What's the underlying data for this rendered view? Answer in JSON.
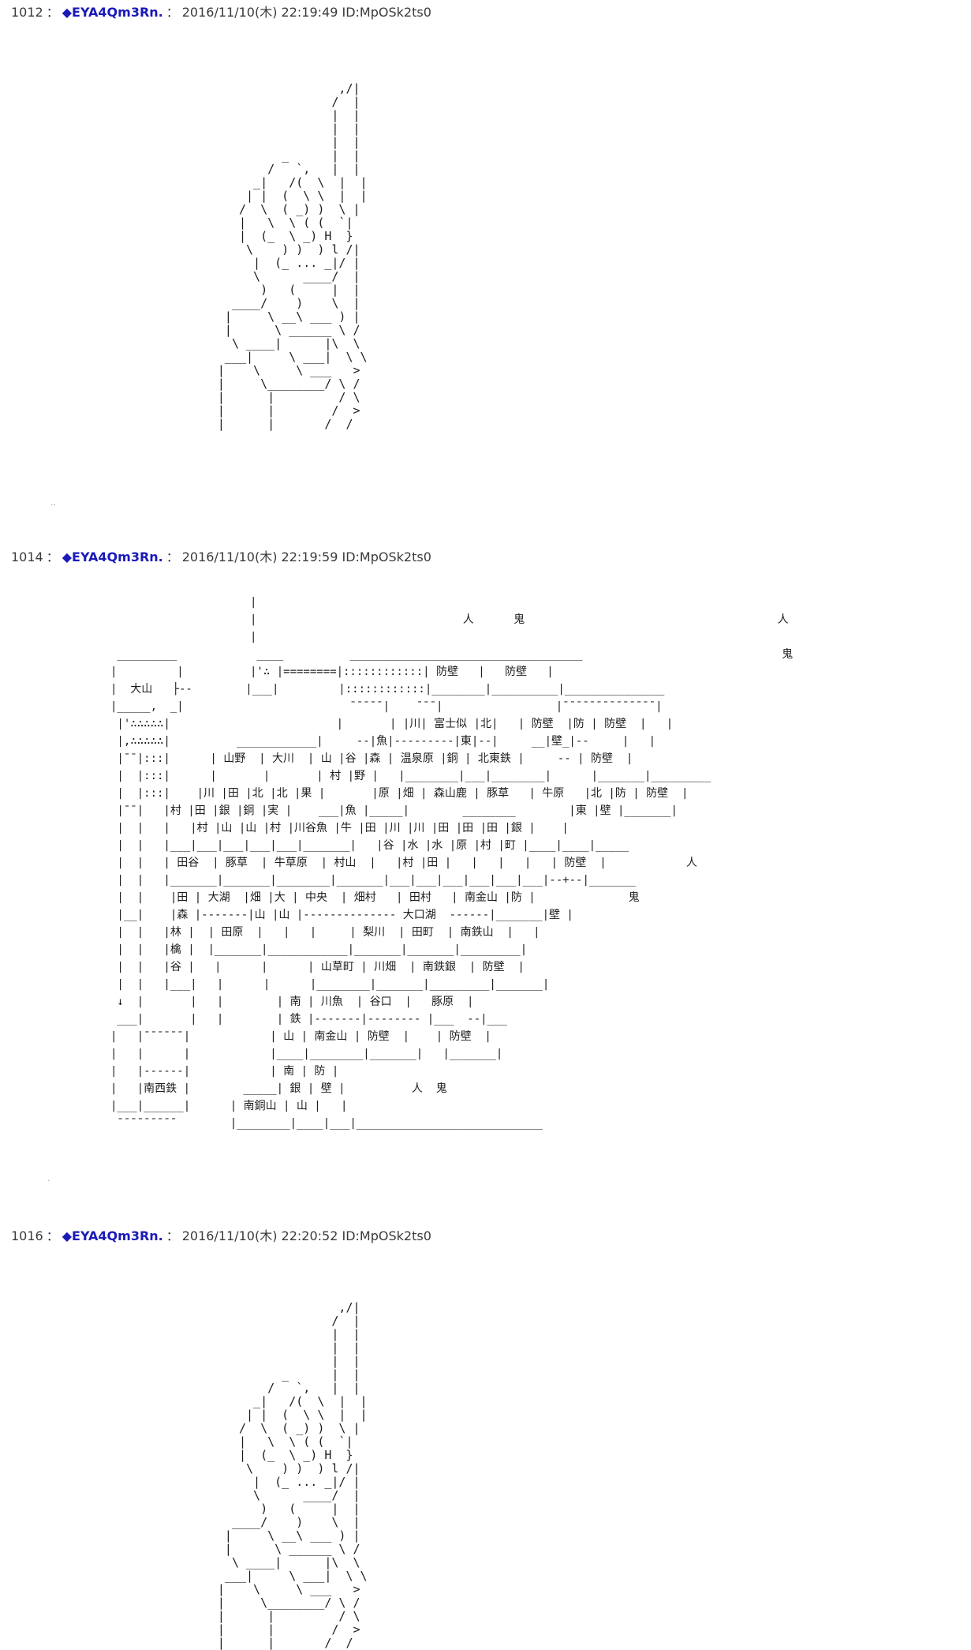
{
  "page": {
    "background": "#ffffff",
    "text_color": "#3a3a3a",
    "name_color": "#1a1ab8",
    "dots_color": "#9a9a9a"
  },
  "posts": [
    {
      "number": "1012",
      "colon1": "：",
      "name": "◆EYA4Qm3Rn.",
      "colon2": "：",
      "datetime": "2016/11/10(木) 22:19:49",
      "id": "ID:MpOSk2ts0"
    },
    {
      "number": "1014",
      "colon1": "：",
      "name": "◆EYA4Qm3Rn.",
      "colon2": "：",
      "datetime": "2016/11/10(木) 22:19:59",
      "id": "ID:MpOSk2ts0"
    },
    {
      "number": "1016",
      "colon1": "：",
      "name": "◆EYA4Qm3Rn.",
      "colon2": "：",
      "datetime": "2016/11/10(木) 22:20:52",
      "id": "ID:MpOSk2ts0"
    }
  ],
  "stray_marks": {
    "first": "..",
    "second": "."
  },
  "hand_aa_lines": [
    "                                              ,/|",
    "                                             /  |",
    "                                             |  |",
    "                                             |  |",
    "                                             |  |",
    "                                      _      |  |",
    "                                    /   `,   |  |",
    "                                  _|   /(  \\  |  |",
    "                                 | |  (  \\ \\  |  |",
    "                                /  \\  ( _) )  \\ |",
    "                                |   \\  \\ ( (  `|",
    "                                |  (_  \\ _) H  }",
    "                                 \\    ) )  ) l /|",
    "                                  |  (_ ... _|/ |",
    "                                  \\      ____/  |",
    "                                   )   (     |  |",
    "                               ____/    )    \\  |",
    "                              |     \\ __\\ ___ ) |",
    "                              |      \\ ______ \\ /",
    "                               \\ ____|      |\\  \\",
    "                              ___|     \\ ___|  \\ \\",
    "                             |    \\     \\ ___   >",
    "                             |     \\________/ \\ /",
    "                             |      |         / \\",
    "                             |      |        /  >",
    "                             |      |       /  /"
  ],
  "map_aa_lines": [
    "                     |",
    "                     |                               人      鬼                                      人",
    "                     |",
    " _________            ____          ___________________________________                              鬼",
    "|         |          |'∴ |========|::::::::::::| 防壁   |   防壁   |",
    "|  大山   ├--        |___|         |::::::::::::|________|__________|_______________",
    "|_____,  _|                         ¯¯¯¯¯|    ¯¯¯|                 |¯¯¯¯¯¯¯¯¯¯¯¯¯¯|",
    " |'∴∴∴∴∴|                         |       | |川| 富士似 |北|   | 防壁  |防 | 防壁  |   |",
    " |,∴∴∴∴∴|          ____________|     --|魚|---------|東|--|     __|壁_|--     |   |",
    " |¯¯|:::|      | 山野  | 大川  | 山 |谷 |森 | 温泉原 |銅 | 北東鉄 |     -- | 防壁  |",
    " |  |:::|      |       |       | 村 |野 |   |________|___|________|      |_______|_________",
    " |  |:::|    |川 |田 |北 |北 |果 |       |原 |畑 | 森山鹿 | 豚草   | 牛原   |北 |防 | 防壁  |",
    " |¯¯|   |村 |田 |銀 |銅 |実 |    ___|魚 |_____|        ________        |東 |壁 |_______|",
    " |  |   |   |村 |山 |山 |村 |川谷魚 |牛 |田 |川 |川 |田 |田 |田 |銀 |    |",
    " |  |   |___|___|___|___|___|_______|   |谷 |水 |水 |原 |村 |町 |____|____|_____",
    " |  |   | 田谷  | 豚草  | 牛草原  | 村山  |   |村 |田 |   |   |   |   | 防壁  |            人",
    " |  |   |_______|_______|________|_______|___|___|___|___|___|___|--+--|_______",
    " |  |    |田 | 大湖  |畑 |大 | 中央  | 畑村   | 田村   | 南金山 |防 |              鬼",
    " |__|    |森 |-------|山 |山 |-------------- 大口湖  ------|_______|壁 |",
    " |  |   |林 |  | 田原  |   |   |     | 梨川  | 田町  | 南鉄山  |   |",
    " |  |   |檎 |  |_______|____________|_______|_______|_________|",
    " |  |   |谷 |   |      |      | 山草町 | 川畑  | 南鉄銀  | 防壁  |",
    " |  |   |___|   |      |      |________|_______|_________|_______|",
    " ↓  |       |   |        | 南 | 川魚  | 谷口  |   豚原  |",
    " ___|       |   |        | 鉄 |-------|-------- |___  --|___",
    "|   |¯¯¯¯¯¯|            | 山 | 南金山 | 防壁  |    | 防壁  |",
    "|   |      |            |____|________|_______|   |_______|",
    "|   |------|            | 南 | 防 |",
    "|   |南西鉄 |        _____| 銀 | 壁 |          人  鬼",
    "|___|______|      | 南銅山 | 山 |   |",
    " ¯¯¯¯¯¯¯¯¯        |________|____|___|____________________________"
  ]
}
